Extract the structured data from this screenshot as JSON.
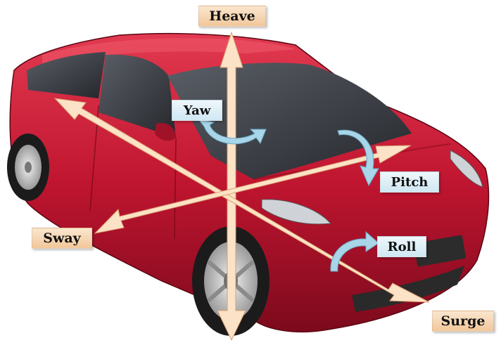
{
  "labels": {
    "heave": "Heave",
    "sway": "Sway",
    "surge": "Surge",
    "yaw": "Yaw",
    "pitch": "Pitch",
    "roll": "Roll"
  },
  "colors": {
    "car_body": "#c01530",
    "car_body_dark": "#7c0a1c",
    "window": "#3a3d44",
    "tire": "#1b1b1b",
    "arrow": "#fce2c6",
    "arrow_edge": "#d9a070",
    "rotation_arrow": "#a8d5e8",
    "label_linear": "#f5d0a8",
    "label_rotational": "#dcedf5"
  }
}
